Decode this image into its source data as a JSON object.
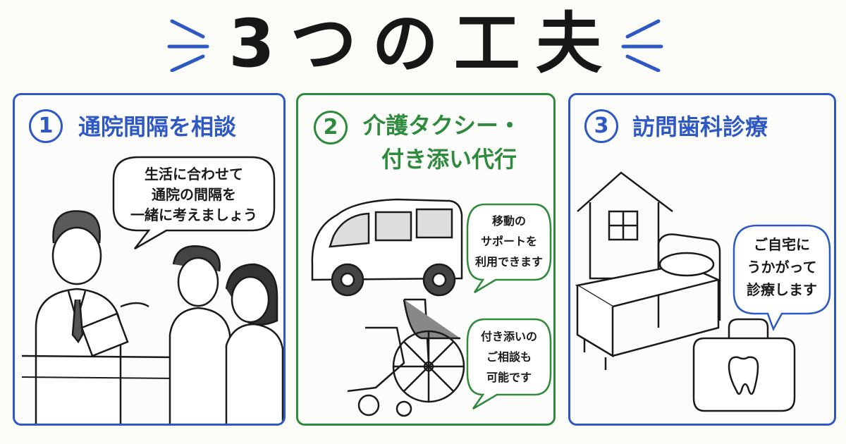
{
  "title": "3つの工夫",
  "panels": [
    {
      "number": "1",
      "heading": "通院間隔を相談",
      "bubble": [
        "生活に合わせて",
        "通院の間隔を",
        "一緒に考えましょう"
      ]
    },
    {
      "number": "2",
      "heading_lines": [
        "介護タクシー・",
        "付き添い代行"
      ],
      "bubbles": [
        [
          "移動の",
          "サポートを",
          "利用できます"
        ],
        [
          "付き添いの",
          "ご相談も",
          "可能です"
        ]
      ]
    },
    {
      "number": "3",
      "heading": "訪問歯科診療",
      "bubble": [
        "ご自宅に",
        "うかがって",
        "診療します"
      ]
    }
  ],
  "colors": {
    "blue": "#2e59c4",
    "green": "#2e8a3c",
    "ink": "#171717"
  },
  "icons": [
    "doctor-icon",
    "family-icon",
    "van-icon",
    "wheelchair-icon",
    "house-icon",
    "bed-icon",
    "dental-bag-icon",
    "tooth-icon"
  ]
}
